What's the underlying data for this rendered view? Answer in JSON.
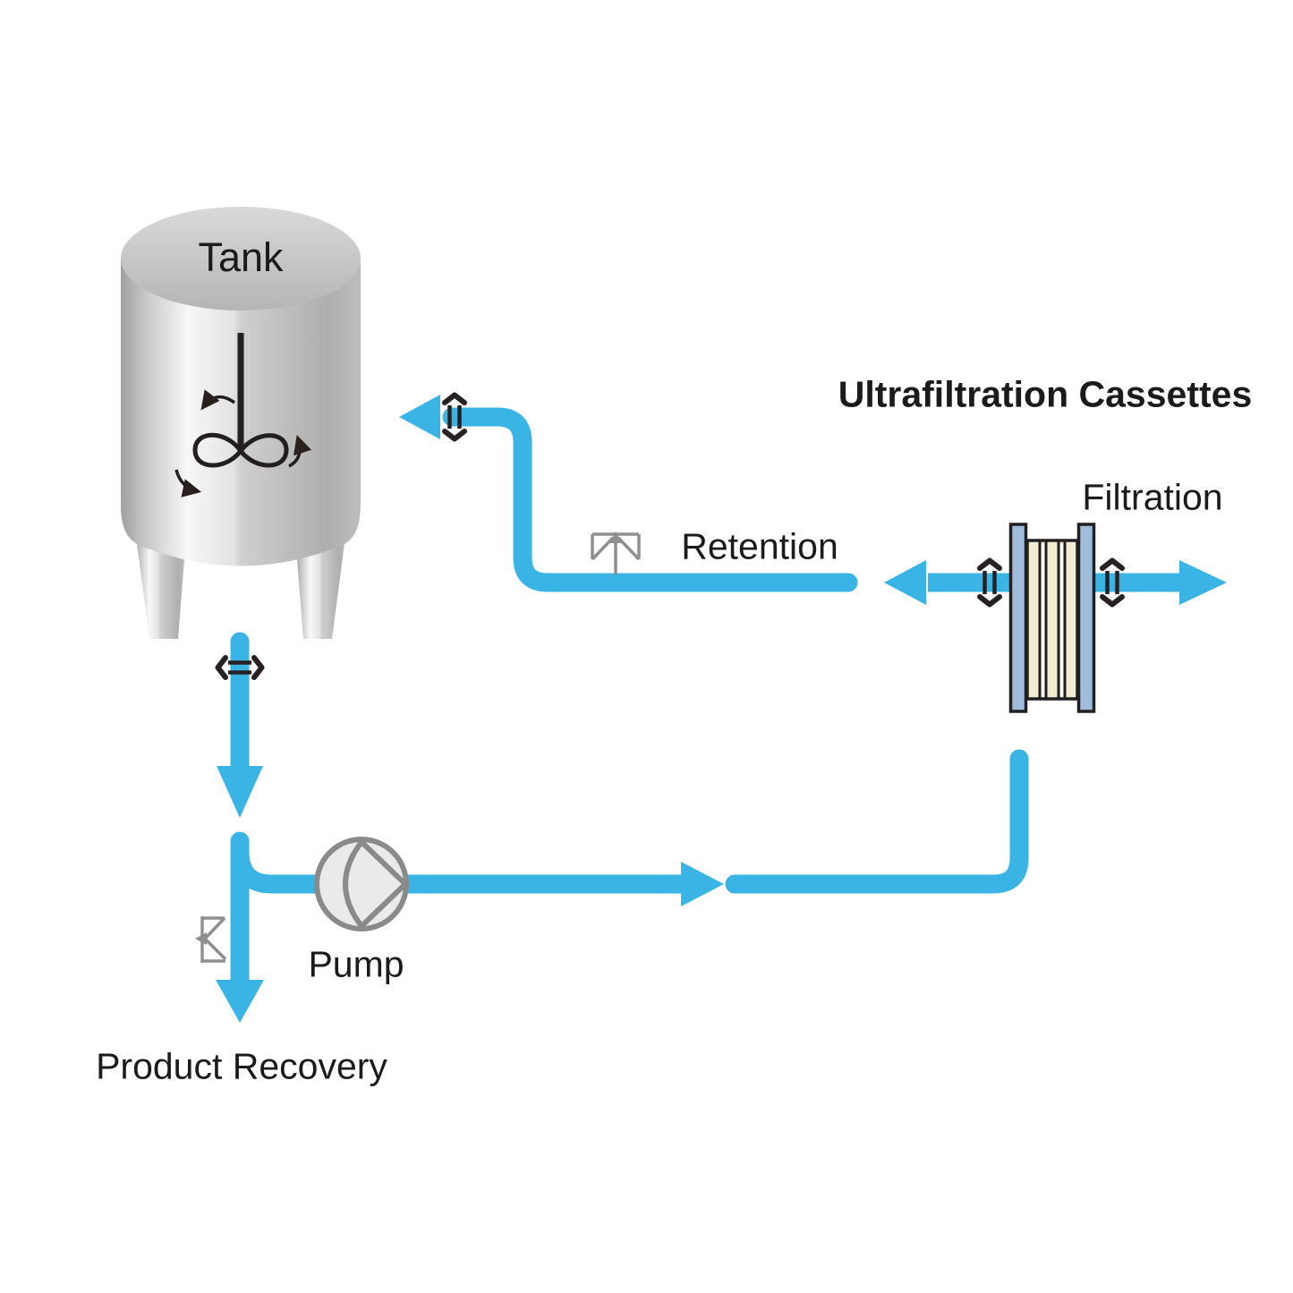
{
  "diagram": {
    "labels": {
      "tank": "Tank",
      "ultrafiltration_cassettes": "Ultrafiltration Cassettes",
      "filtration": "Filtration",
      "retention": "Retention",
      "pump": "Pump",
      "product_recovery": "Product Recovery"
    },
    "colors": {
      "pipe": "#3ab4e4",
      "valve": "#282124",
      "gray_symbol": "#8f8f8f",
      "outline_dark": "#231f20",
      "cassette_plate": "#9fbcda",
      "cassette_membrane": "#f1edd2",
      "pump_fill": "#eaeaea",
      "pump_outline": "#8a8a8a",
      "impeller_blade_a": "#8ebfdb",
      "impeller_blade_b": "#dbe3e6",
      "text": "#1b1b1b"
    },
    "icons": {
      "impeller_icon": "figure-eight stirrer blades with rotation arrows",
      "pinch_valve_icon": "double parallel bars with outward chevrons across a pipe",
      "spray_vent_icon": "gray upward-arrow vent symbol on retention line",
      "drain_valve_icon": "gray sideways vent symbol on product recovery line",
      "pump_icon": "circle with right-pointing curved triangle",
      "flow_arrow_icon": "thick blue flow arrow"
    }
  }
}
